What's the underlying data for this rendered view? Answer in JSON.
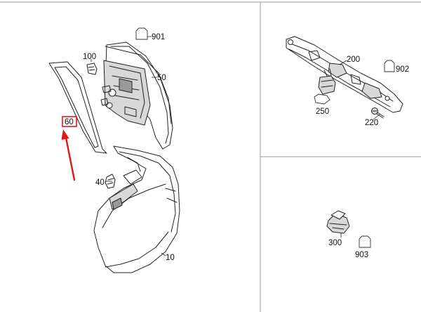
{
  "diagram": {
    "labels": {
      "p901": "901",
      "p100": "100",
      "p50": "50",
      "p60": "60",
      "p40": "40",
      "p10": "10",
      "p200": "200",
      "p902": "902",
      "p250": "250",
      "p220": "220",
      "p300": "300",
      "p903": "903"
    },
    "highlight": {
      "part": "60",
      "box_color": "#e8141c",
      "arrow_color": "#e8141c"
    }
  }
}
